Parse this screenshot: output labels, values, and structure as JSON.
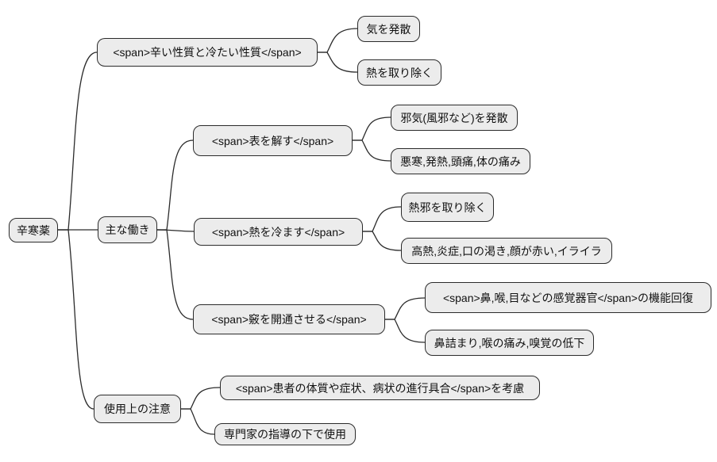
{
  "style": {
    "background_color": "#ffffff",
    "node_fill": "#ececec",
    "node_border": "#2b2b2b",
    "edge_color": "#2b2b2b",
    "text_color": "#111111"
  },
  "mindmap": {
    "root": {
      "label": "辛寒薬",
      "children": [
        {
          "label": "<span>辛い性質と冷たい性質</span>",
          "children": [
            {
              "label": "気を発散"
            },
            {
              "label": "熱を取り除く"
            }
          ]
        },
        {
          "label": "主な働き",
          "children": [
            {
              "label": "<span>表を解す</span>",
              "children": [
                {
                  "label": "邪気(風邪など)を発散"
                },
                {
                  "label": "悪寒,発熱,頭痛,体の痛み"
                }
              ]
            },
            {
              "label": "<span>熱を冷ます</span>",
              "children": [
                {
                  "label": "熱邪を取り除く"
                },
                {
                  "label": "高熱,炎症,口の渇き,顔が赤い,イライラ"
                }
              ]
            },
            {
              "label": "<span>竅を開通させる</span>",
              "children": [
                {
                  "label": "<span>鼻,喉,目などの感覚器官</span>の機能回復"
                },
                {
                  "label": "鼻詰まり,喉の痛み,嗅覚の低下"
                }
              ]
            }
          ]
        },
        {
          "label": "使用上の注意",
          "children": [
            {
              "label": "<span>患者の体質や症状、病状の進行具合</span>を考慮"
            },
            {
              "label": "専門家の指導の下で使用"
            }
          ]
        }
      ]
    }
  }
}
